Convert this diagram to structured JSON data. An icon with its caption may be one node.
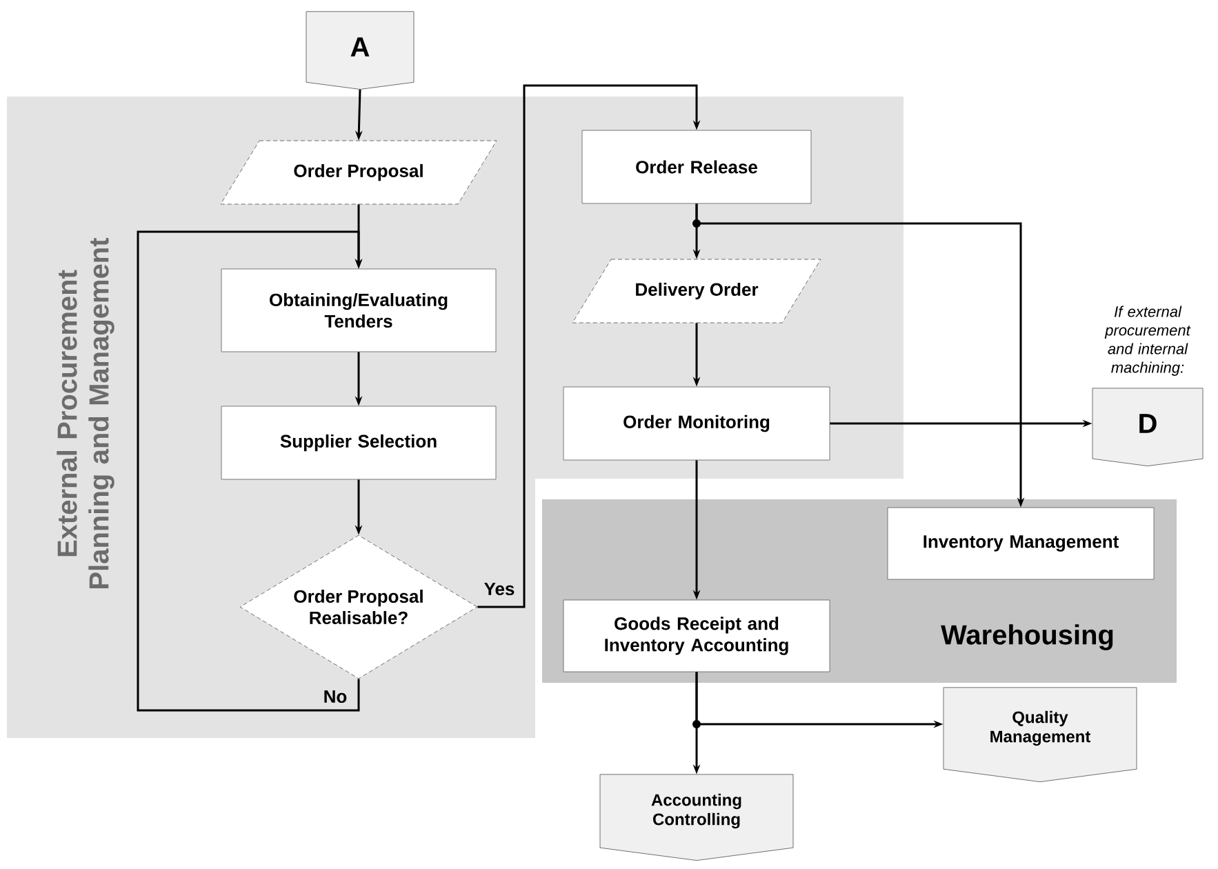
{
  "diagram": {
    "nodes": [
      {
        "text": [
          "External Procurement Planning and Management"
        ]
      },
      {
        "text": [
          "A"
        ]
      },
      {
        "text": [
          "Order Proposal"
        ],
        "in": 0
      },
      {
        "text": [
          "Obtaining/Evaluating Tenders"
        ],
        "in": 0
      },
      {
        "text": [
          "Supplier Selection"
        ],
        "in": 0
      },
      {
        "text": [
          "Order Proposal Realisable?"
        ],
        "in": 0
      },
      {
        "text": [
          "Order Release"
        ],
        "in": 0
      },
      {
        "text": [
          "Delivery Order"
        ],
        "in": 0
      },
      {
        "text": [
          "Order Monitoring"
        ],
        "in": 0
      },
      {
        "text": [
          "Warehousing"
        ]
      },
      {
        "text": [
          "Inventory Management"
        ],
        "in": 9
      },
      {
        "text": [
          "Goods Receipt and Inventory Accounting"
        ],
        "in": 9
      },
      {
        "text": [
          "D"
        ],
        "beside": [
          "If external procurement and internal machining:"
        ]
      },
      {
        "text": [
          "Quality Management"
        ]
      },
      {
        "text": [
          "Accounting Controlling"
        ]
      }
    ],
    "edges": [
      {
        "from": 1,
        "to": 2,
        "arrow": "to"
      },
      {
        "from": 2,
        "to": 3,
        "arrow": "to"
      },
      {
        "from": 3,
        "to": 4,
        "arrow": "to"
      },
      {
        "from": 4,
        "to": 5,
        "arrow": "to"
      },
      {
        "from": 5,
        "to": 6,
        "arrow": "to",
        "label": "Yes"
      },
      {
        "from": 5,
        "to": 3,
        "arrow": "to",
        "label": "No"
      },
      {
        "from": 6,
        "to": 7,
        "arrow": "to"
      },
      {
        "from": 6,
        "to": 10,
        "arrow": "to"
      },
      {
        "from": 7,
        "to": 8,
        "arrow": "to"
      },
      {
        "from": 8,
        "to": 12,
        "arrow": "to"
      },
      {
        "from": 8,
        "to": 11,
        "arrow": "to"
      },
      {
        "from": 11,
        "to": 14,
        "arrow": "to"
      },
      {
        "from": 11,
        "to": 13,
        "arrow": "to"
      }
    ]
  }
}
